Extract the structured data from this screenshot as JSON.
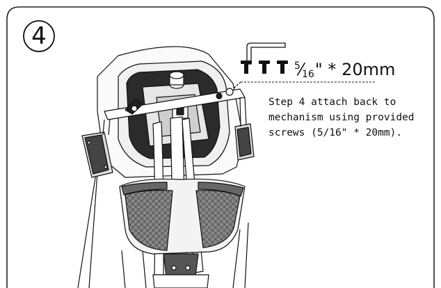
{
  "step": {
    "number": "4"
  },
  "hardware": {
    "icons": [
      "hex-key-icon",
      "screw-icon",
      "screw-icon",
      "screw-icon"
    ],
    "size_num": "5",
    "size_den": "16",
    "size_rest": "\" * 20mm"
  },
  "instruction": {
    "line1": "Step 4 attach back to",
    "line2": "mechanism using provided",
    "line3": "screws (5/16\" * 20mm)."
  }
}
